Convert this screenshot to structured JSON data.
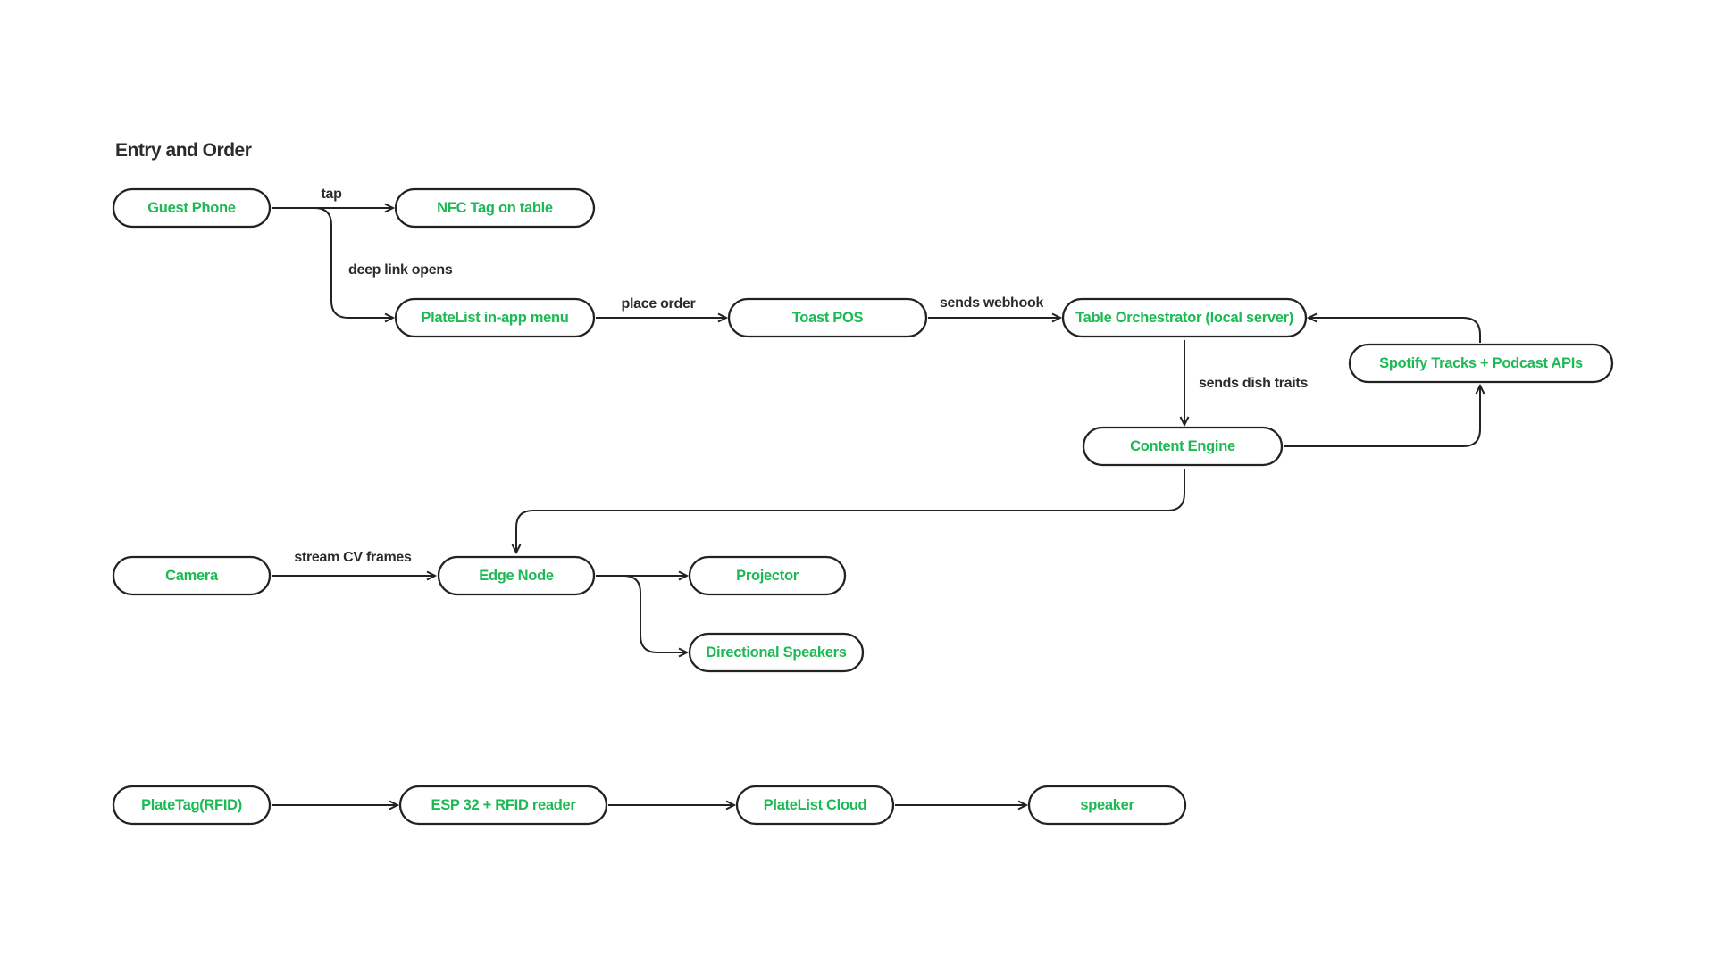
{
  "section_title": "Entry and Order",
  "colors": {
    "node_text": "#1db954",
    "stroke": "#222222",
    "label_text": "#2b2b2b",
    "background": "#ffffff"
  },
  "nodes": {
    "guest_phone": "Guest Phone",
    "nfc_tag": "NFC Tag on table",
    "platelist_menu": "PlateList in-app menu",
    "toast_pos": "Toast POS",
    "table_orchestrator": "Table Orchestrator (local server)",
    "spotify_apis": "Spotify Tracks + Podcast APIs",
    "content_engine": "Content Engine",
    "camera": "Camera",
    "edge_node": "Edge Node",
    "projector": "Projector",
    "directional_speakers": "Directional Speakers",
    "platetag": "PlateTag(RFID)",
    "esp32": "ESP 32 + RFID reader",
    "platelist_cloud": "PlateList Cloud",
    "speaker": "speaker"
  },
  "edges": {
    "tap": "tap",
    "deep_link_opens": "deep link opens",
    "place_order": "place order",
    "sends_webhook": "sends webhook",
    "sends_dish_traits": "sends dish traits",
    "stream_cv_frames": "stream CV frames"
  }
}
